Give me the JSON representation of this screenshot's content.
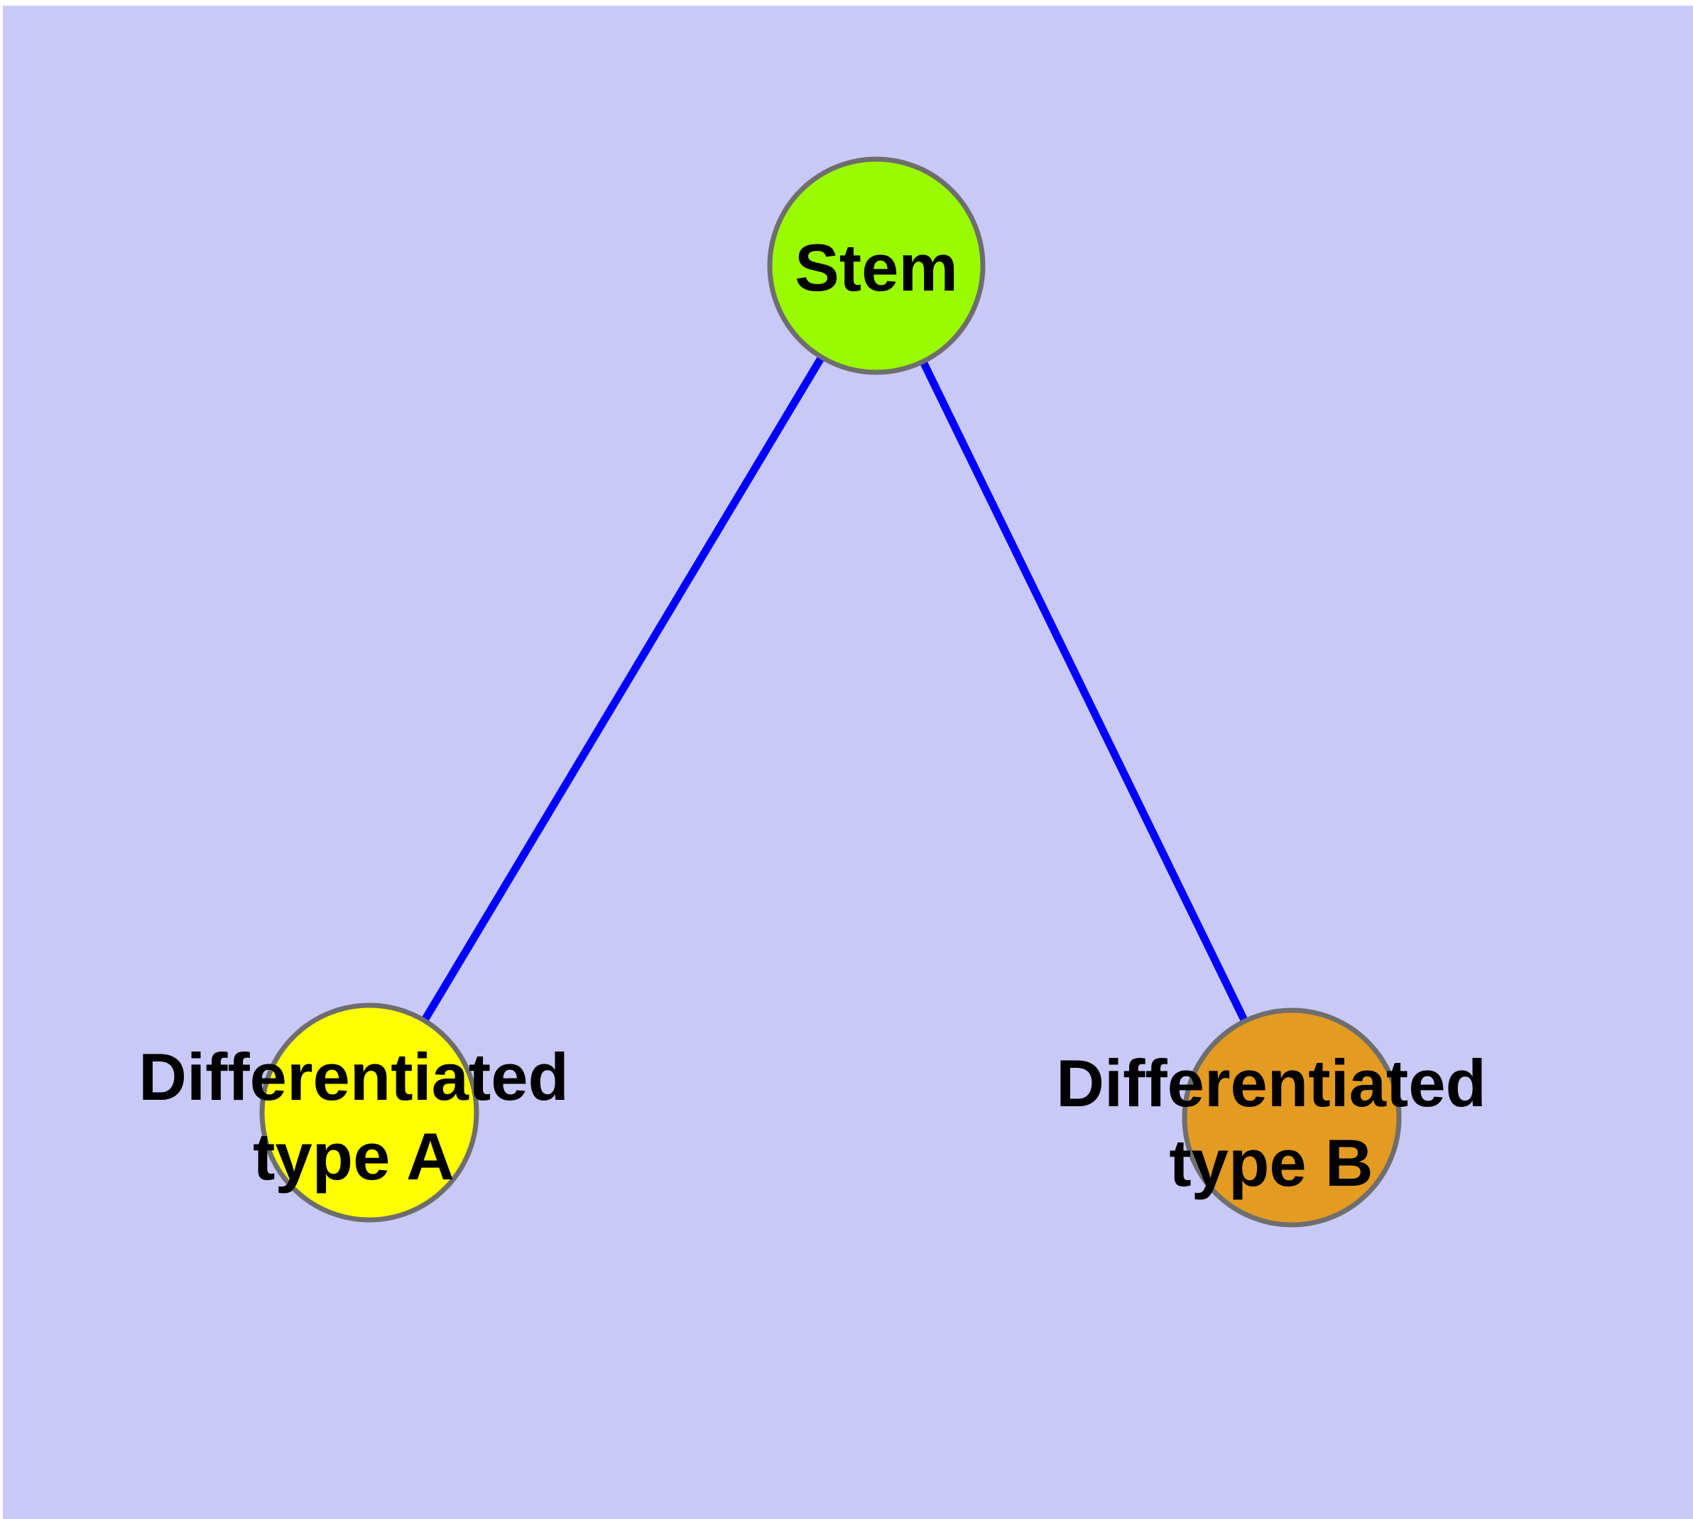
{
  "diagram": {
    "type": "node-link-graph",
    "description": "Stem cell differentiation tree: one stem node branching to two differentiated cell types",
    "colors": {
      "page_margin": "#FFFFFF",
      "background": "#C9C9F8",
      "edge": "#0000FF",
      "node_border": "#6E6E6E",
      "label_text": "#000000",
      "stem_fill": "#9AFB00",
      "type_a_fill": "#FFFF00",
      "type_b_fill": "#E49B22"
    },
    "nodes": [
      {
        "id": "stem",
        "label": "Stem",
        "fill": "#9AFB00"
      },
      {
        "id": "differentiated-type-a",
        "label": "Differentiated type A",
        "label_lines": [
          "Differentiated",
          "type A"
        ],
        "fill": "#FFFF00"
      },
      {
        "id": "differentiated-type-b",
        "label": "Differentiated type B",
        "label_lines": [
          "Differentiated",
          "type B"
        ],
        "fill": "#E49B22"
      }
    ],
    "edges": [
      {
        "from": "Stem",
        "to": "Differentiated type A"
      },
      {
        "from": "Stem",
        "to": "Differentiated type B"
      }
    ]
  }
}
